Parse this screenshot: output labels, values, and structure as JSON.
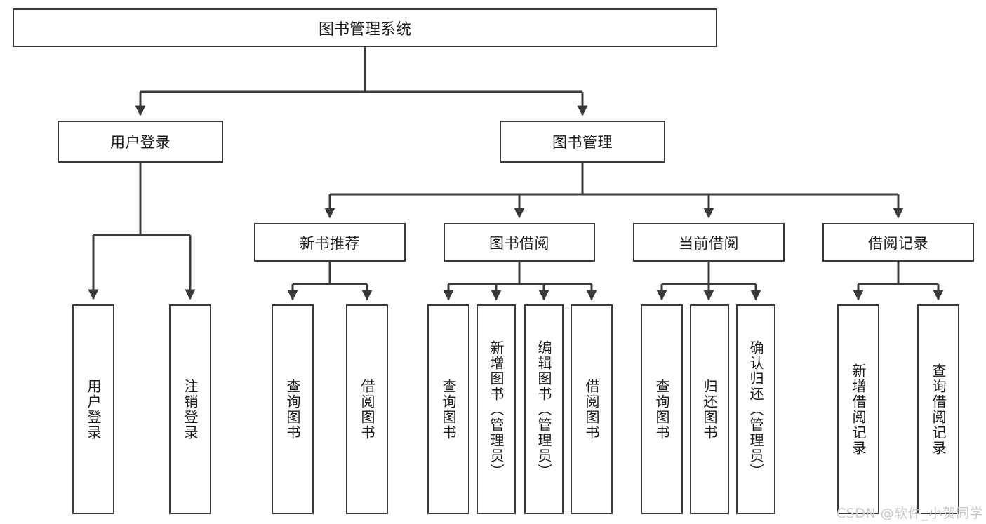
{
  "diagram": {
    "title": "图书管理系统",
    "type": "tree-hierarchy-diagram",
    "watermark": "CSDN @软件_小贺同学",
    "colors": {
      "border": "#3a3a3a",
      "background": "#ffffff",
      "text": "#1c1c1c",
      "watermark": "#c9c9c9"
    },
    "root": {
      "label": "图书管理系统"
    },
    "level2": [
      {
        "label": "用户登录"
      },
      {
        "label": "图书管理"
      }
    ],
    "level3": [
      {
        "label": "新书推荐"
      },
      {
        "label": "图书借阅"
      },
      {
        "label": "当前借阅"
      },
      {
        "label": "借阅记录"
      }
    ],
    "leaves": {
      "user_login": [
        {
          "label": "用户登录"
        },
        {
          "label": "注销登录"
        }
      ],
      "new_book_recommend": [
        {
          "label": "查询图书"
        },
        {
          "label": "借阅图书"
        }
      ],
      "book_borrow": [
        {
          "label": "查询图书"
        },
        {
          "label": "新增图书（管理员）"
        },
        {
          "label": "编辑图书（管理员）"
        },
        {
          "label": "借阅图书"
        }
      ],
      "current_borrow": [
        {
          "label": "查询图书"
        },
        {
          "label": "归还图书"
        },
        {
          "label": "确认归还（管理员）"
        }
      ],
      "borrow_record": [
        {
          "label": "新增借阅记录"
        },
        {
          "label": "查询借阅记录"
        }
      ]
    }
  }
}
